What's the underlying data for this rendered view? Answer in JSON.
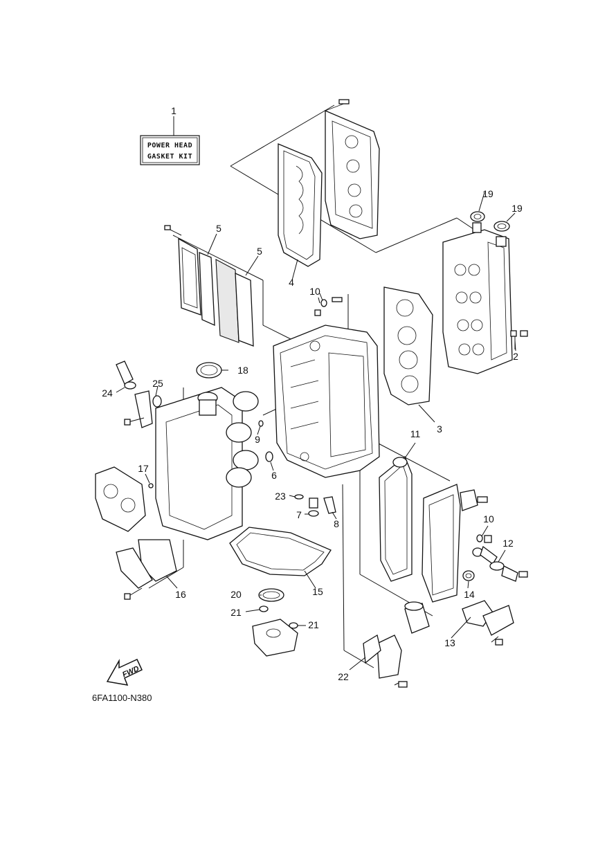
{
  "kit_label": {
    "line1": "POWER HEAD",
    "line2": "GASKET KIT"
  },
  "callouts": [
    {
      "id": "c1",
      "text": "1"
    },
    {
      "id": "c2",
      "text": "2"
    },
    {
      "id": "c3",
      "text": "3"
    },
    {
      "id": "c4",
      "text": "4"
    },
    {
      "id": "c5a",
      "text": "5"
    },
    {
      "id": "c5b",
      "text": "5"
    },
    {
      "id": "c6",
      "text": "6"
    },
    {
      "id": "c7",
      "text": "7"
    },
    {
      "id": "c8",
      "text": "8"
    },
    {
      "id": "c9",
      "text": "9"
    },
    {
      "id": "c10a",
      "text": "10"
    },
    {
      "id": "c10b",
      "text": "10"
    },
    {
      "id": "c11",
      "text": "11"
    },
    {
      "id": "c12",
      "text": "12"
    },
    {
      "id": "c13",
      "text": "13"
    },
    {
      "id": "c14",
      "text": "14"
    },
    {
      "id": "c15",
      "text": "15"
    },
    {
      "id": "c16",
      "text": "16"
    },
    {
      "id": "c17",
      "text": "17"
    },
    {
      "id": "c18",
      "text": "18"
    },
    {
      "id": "c19a",
      "text": "19"
    },
    {
      "id": "c19b",
      "text": "19"
    },
    {
      "id": "c20",
      "text": "20"
    },
    {
      "id": "c21a",
      "text": "21"
    },
    {
      "id": "c21b",
      "text": "21"
    },
    {
      "id": "c22",
      "text": "22"
    },
    {
      "id": "c23",
      "text": "23"
    },
    {
      "id": "c24",
      "text": "24"
    },
    {
      "id": "c25",
      "text": "25"
    }
  ],
  "fwd_label": "FWD",
  "diagram_code": "6FA1100-N380"
}
